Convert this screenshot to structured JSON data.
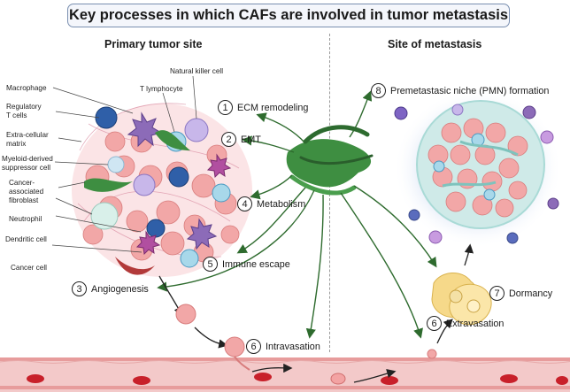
{
  "title": "Key processes in which CAFs are involved in tumor metastasis",
  "sites": {
    "primary": "Primary tumor site",
    "metastasis": "Site of metastasis"
  },
  "cell_labels": {
    "macrophage": "Macrophage",
    "regulatory_t_1": "Regulatory",
    "regulatory_t_2": "T cells",
    "ecm_1": "Extra-cellular",
    "ecm_2": "matrix",
    "mdsc_1": "Myeloid-derived",
    "mdsc_2": "suppressor cell",
    "caf_1": "Cancer-",
    "caf_2": "associated",
    "caf_3": "fibroblast",
    "neutrophil": "Neutrophil",
    "dendritic": "Dendritic cell",
    "cancer_cell": "Cancer cell",
    "natural_killer": "Natural killer cell",
    "t_lymphocyte": "T lymphocyte"
  },
  "processes": [
    {
      "num": "1",
      "label": "ECM remodeling"
    },
    {
      "num": "2",
      "label": "EMT"
    },
    {
      "num": "3",
      "label": "Angiogenesis"
    },
    {
      "num": "4",
      "label": "Metabolism"
    },
    {
      "num": "5",
      "label": "Immune escape"
    },
    {
      "num": "6",
      "label": "Intravasation"
    },
    {
      "num": "6",
      "label": "Extravasation"
    },
    {
      "num": "7",
      "label": "Dormancy"
    },
    {
      "num": "8",
      "label": "Premetastasic niche (PMN) formation"
    }
  ],
  "colors": {
    "caf_green": "#3e8e41",
    "cancer_pink": "#f0a0a0",
    "vessel_red": "#e8a0a0",
    "rbc_red": "#c8202a",
    "arrow_green": "#2e6b2e",
    "dormant_yellow": "#f6d98a",
    "niche_teal": "#a9dad6"
  }
}
